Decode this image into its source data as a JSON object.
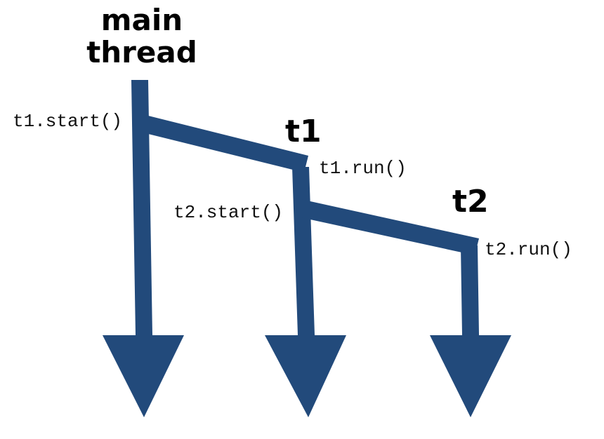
{
  "threads": {
    "main": {
      "title_line1": "main",
      "title_line2": "thread"
    },
    "t1": {
      "title": "t1"
    },
    "t2": {
      "title": "t2"
    }
  },
  "calls": {
    "t1_start": "t1.start()",
    "t1_run": "t1.run()",
    "t2_start": "t2.start()",
    "t2_run": "t2.run()"
  },
  "colors": {
    "stroke": "#224a7b",
    "background": "#ffffff",
    "text": "#000000"
  }
}
